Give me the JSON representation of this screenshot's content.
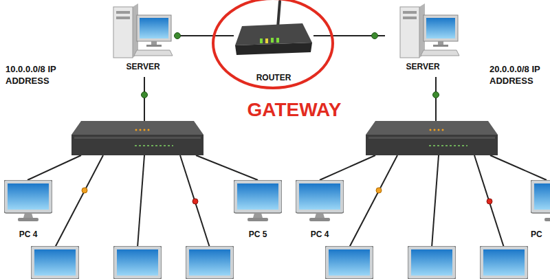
{
  "diagram": {
    "nodes": [
      {
        "text": [
          "SERVER"
        ]
      },
      {
        "text": [
          "ROUTER"
        ]
      },
      {
        "text": [
          "SERVER"
        ]
      },
      {
        "text": [
          "PC 4"
        ]
      },
      {
        "text": [
          "PC 5"
        ]
      },
      {
        "text": [
          "PC 4"
        ]
      },
      {
        "text": [
          "PC"
        ]
      }
    ],
    "edges": [
      {
        "from": 0,
        "to": 1,
        "arrow": "none"
      },
      {
        "from": 1,
        "to": 2,
        "arrow": "none"
      }
    ],
    "labels": [
      "10.0.0.0/8 IP ADDRESS",
      "GATEWAY",
      "20.0.0.0/8 IP ADDRESS"
    ]
  }
}
